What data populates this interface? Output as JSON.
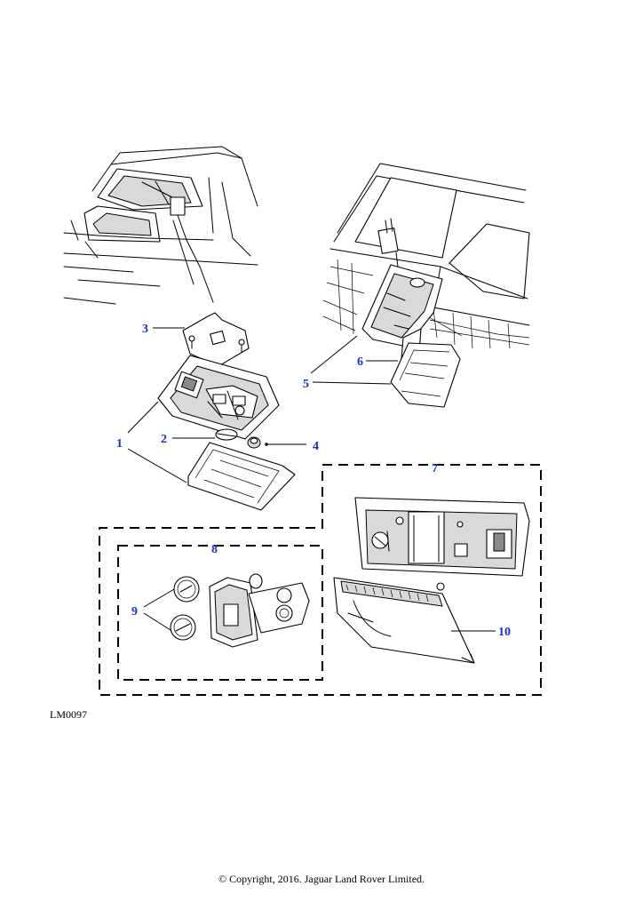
{
  "diagram": {
    "callouts": [
      "1",
      "2",
      "3",
      "4",
      "5",
      "6",
      "7",
      "8",
      "9",
      "10"
    ],
    "reference_code": "LM0097",
    "copyright": "© Copyright, 2016. Jaguar Land Rover Limited.",
    "colors": {
      "callout": "#1a2fc7",
      "lines": "#000000",
      "background": "#ffffff"
    }
  }
}
